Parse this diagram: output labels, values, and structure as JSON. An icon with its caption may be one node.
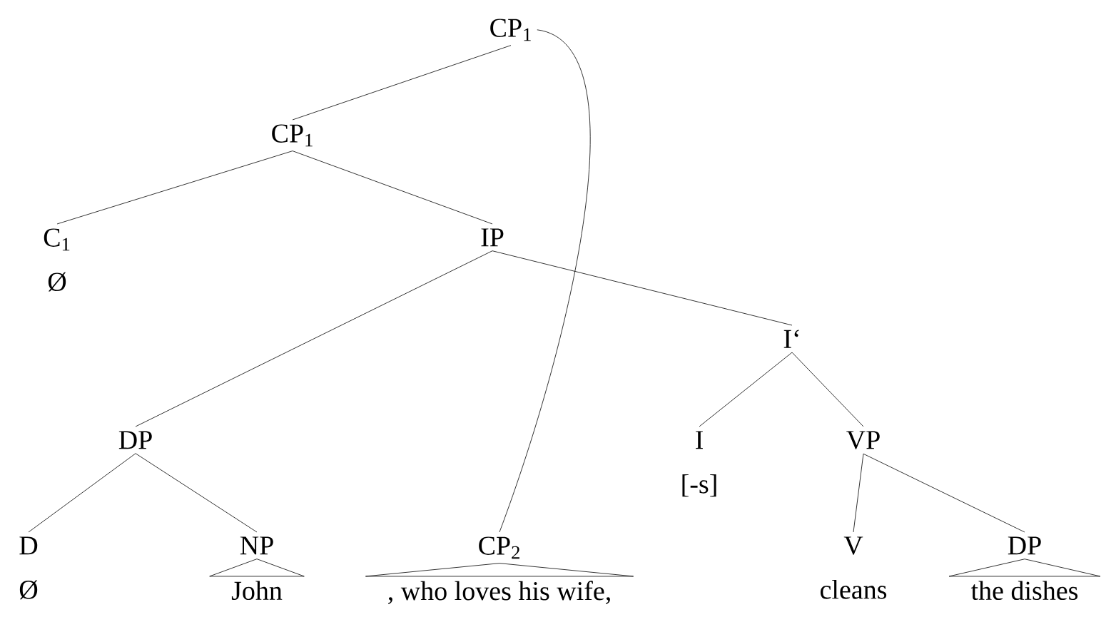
{
  "diagram": {
    "nodes": [
      {
        "text": [
          "CP$_{1}$"
        ]
      },
      {
        "text": [
          "CP$_{1}$"
        ]
      },
      {
        "text": [
          "C$_{1}$",
          "Ø"
        ]
      },
      {
        "text": [
          "IP"
        ]
      },
      {
        "text": [
          "I‘"
        ]
      },
      {
        "text": [
          "DP"
        ]
      },
      {
        "text": [
          "I",
          "[-s]"
        ]
      },
      {
        "text": [
          "VP"
        ]
      },
      {
        "text": [
          "D",
          "Ø"
        ]
      },
      {
        "text": [
          "NP"
        ]
      },
      {
        "text": [
          "CP$_{2}$"
        ]
      },
      {
        "text": [
          "V",
          "cleans"
        ]
      },
      {
        "text": [
          "DP"
        ]
      },
      {
        "text": [
          "John"
        ]
      },
      {
        "text": [
          ", who loves his wife,"
        ]
      },
      {
        "text": [
          "the dishes"
        ]
      }
    ],
    "edges": [
      {
        "from": 0,
        "to": 1,
        "arrow": "none"
      },
      {
        "from": 1,
        "to": 2,
        "arrow": "none"
      },
      {
        "from": 1,
        "to": 3,
        "arrow": "none"
      },
      {
        "from": 3,
        "to": 5,
        "arrow": "none"
      },
      {
        "from": 3,
        "to": 4,
        "arrow": "none"
      },
      {
        "from": 4,
        "to": 6,
        "arrow": "none"
      },
      {
        "from": 4,
        "to": 7,
        "arrow": "none"
      },
      {
        "from": 5,
        "to": 8,
        "arrow": "none"
      },
      {
        "from": 5,
        "to": 9,
        "arrow": "none"
      },
      {
        "from": 7,
        "to": 11,
        "arrow": "none"
      },
      {
        "from": 7,
        "to": 12,
        "arrow": "none"
      },
      {
        "from": 9,
        "to": 13,
        "arrow": "none"
      },
      {
        "from": 10,
        "to": 14,
        "arrow": "none"
      },
      {
        "from": 12,
        "to": 15,
        "arrow": "none"
      },
      {
        "from": 0,
        "to": 10,
        "arrow": "none"
      }
    ]
  }
}
